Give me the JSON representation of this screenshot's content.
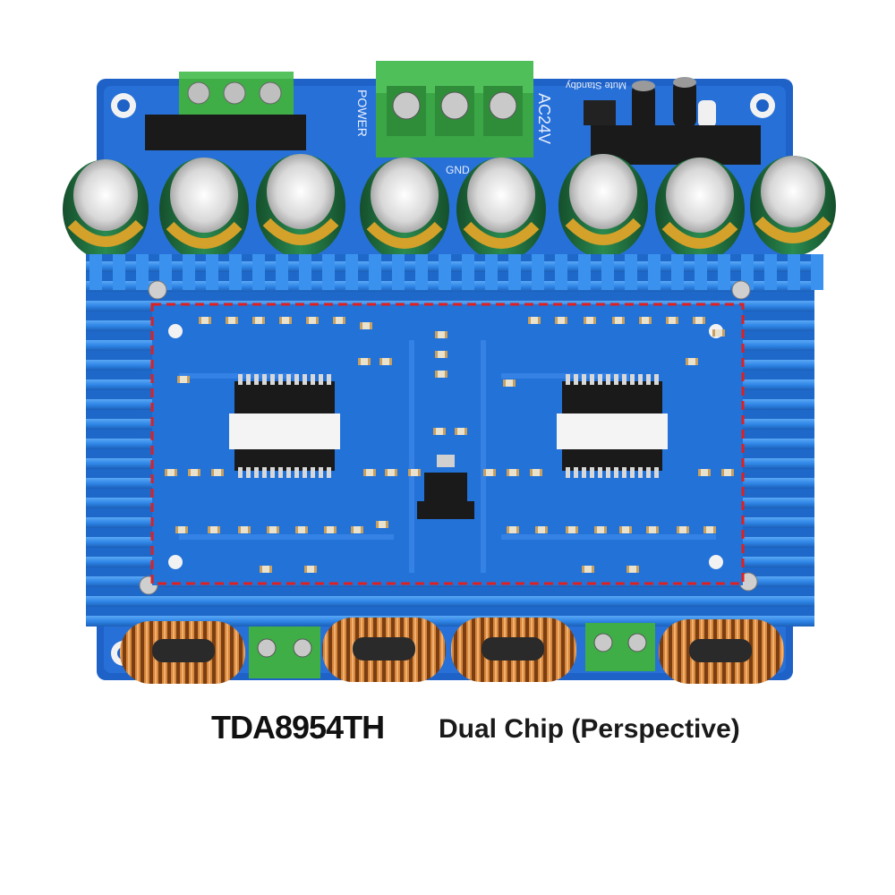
{
  "caption": {
    "chip_model": "TDA8954TH",
    "description": "Dual Chip  (Perspective)"
  },
  "board": {
    "power_label": "POWER",
    "voltage_label": "AC24V",
    "gnd_label": "GND",
    "mute_label": "Mute Standby"
  },
  "colors": {
    "pcb": "#1f6ad0",
    "heatsink": "#2f86e6",
    "capacitor": "#1f6a3e",
    "terminal": "#3fae47",
    "coil": "#c8742a",
    "highlight": "#e02020"
  },
  "icons": [
    "heatsink-fins",
    "capacitor",
    "toroid-coil",
    "screw-terminal",
    "ic-chip",
    "highlight-outline"
  ]
}
